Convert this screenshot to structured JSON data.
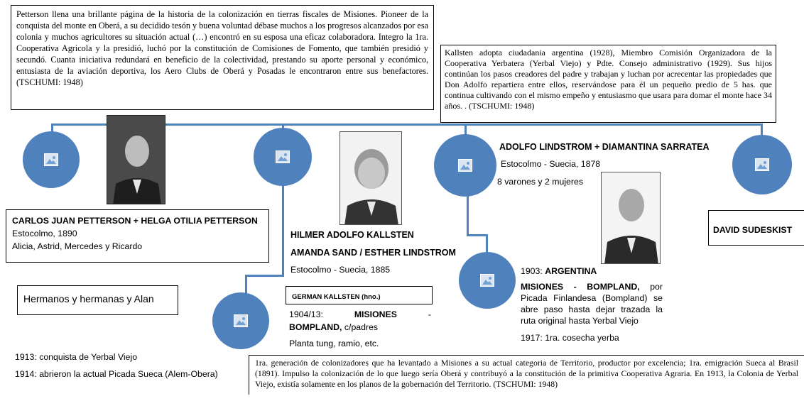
{
  "quotes": {
    "petterson": "Petterson llena una brillante página de la historia de la colonización en tierras fiscales de Misiones. Pioneer de la conquista del monte en Oberá, a su decidido tesón y buena voluntad débase muchos a los progresos alcanzados por esa colonia y muchos agricultores su situación actual (…) encontró en su esposa una eficaz colaboradora. Integro la 1ra. Cooperativa Agricola y la presidió, luchó por la constitución de Comisiones de Fomento, que también presidió y secundó. Cuanta iniciativa redundará en beneficio de la colectividad, prestando su aporte personal y económico, entusiasta de la aviación deportiva, los Aero Clubs de Oberá y Posadas le encontraron entre sus benefactores. (TSCHUMI: 1948)",
    "kallsten": "Kallsten adopta ciudadania argentina (1928), Miembro Comisión Organizadora de la Cooperativa Yerbatera (Yerbal Viejo) y Pdte. Consejo administrativo (1929). Sus hijos continúan los pasos creadores del padre y trabajan y luchan por acrecentar las propiedades que Don Adolfo repartiera entre ellos, reservándose para él un pequeño predio de 5 has. que continua cultivando con el mismo empeño y entusiasmo que usara para domar el monte hace 34 años. . (TSCHUMI: 1948)",
    "generation": "1ra. generación de colonizadores que ha levantado a Misiones a su actual categoria de Territorio, productor por excelencia; 1ra. emigración Sueca al Brasil (1891). Impulso la colonización de lo que luego sería Oberá y contribuyó a la constitución de la primitiva Cooperativa Agraria. En 1913, la Colonia de Yerbal Viejo, existía solamente en los planos de la gobernación del Territorio. (TSCHUMI: 1948)"
  },
  "petterson": {
    "name": "CARLOS JUAN PETTERSON + HELGA OTILIA PETTERSON",
    "origin": "Estocolmo, 1890",
    "children": "Alicia, Astrid, Mercedes y Ricardo"
  },
  "kallsten": {
    "name1": "HILMER ADOLFO KALLSTEN",
    "name2": "AMANDA SAND / ESTHER LINDSTROM",
    "origin": "Estocolmo - Suecia, 1885"
  },
  "german": {
    "title": "GERMAN KALLSTEN (hno.)",
    "year": "1904/13:",
    "place_a": "MISIONES",
    "dash": "-",
    "place_b": "BOMPLAND,",
    "rest": "c/padres",
    "crops": "Planta tung, ramio, etc."
  },
  "lindstrom": {
    "name": "ADOLFO LINDSTROM + DIAMANTINA SARRATEA",
    "origin": "Estocolmo - Suecia, 1878",
    "children": "8 varones y 2 mujeres"
  },
  "argentina": {
    "year": "1903:",
    "country": "ARGENTINA",
    "place": "MISIONES - BOMPLAND,",
    "text": "por Picada Finlandesa (Bompland) se abre paso hasta dejar trazada la ruta original hasta Yerbal Viejo",
    "harvest": "1917: 1ra. cosecha yerba"
  },
  "sudeskist": {
    "name": "DAVID SUDESKIST"
  },
  "siblings": {
    "label": "Hermanos y hermanas y Alan"
  },
  "timeline": {
    "line1": "1913: conquista de Yerbal Viejo",
    "line2": "1914: abrieron la actual Picada Sueca (Alem-Obera)"
  },
  "colors": {
    "node": "#4f81bd",
    "connector": "#4f81bd"
  },
  "icons": [
    "picture-placeholder-icon"
  ]
}
